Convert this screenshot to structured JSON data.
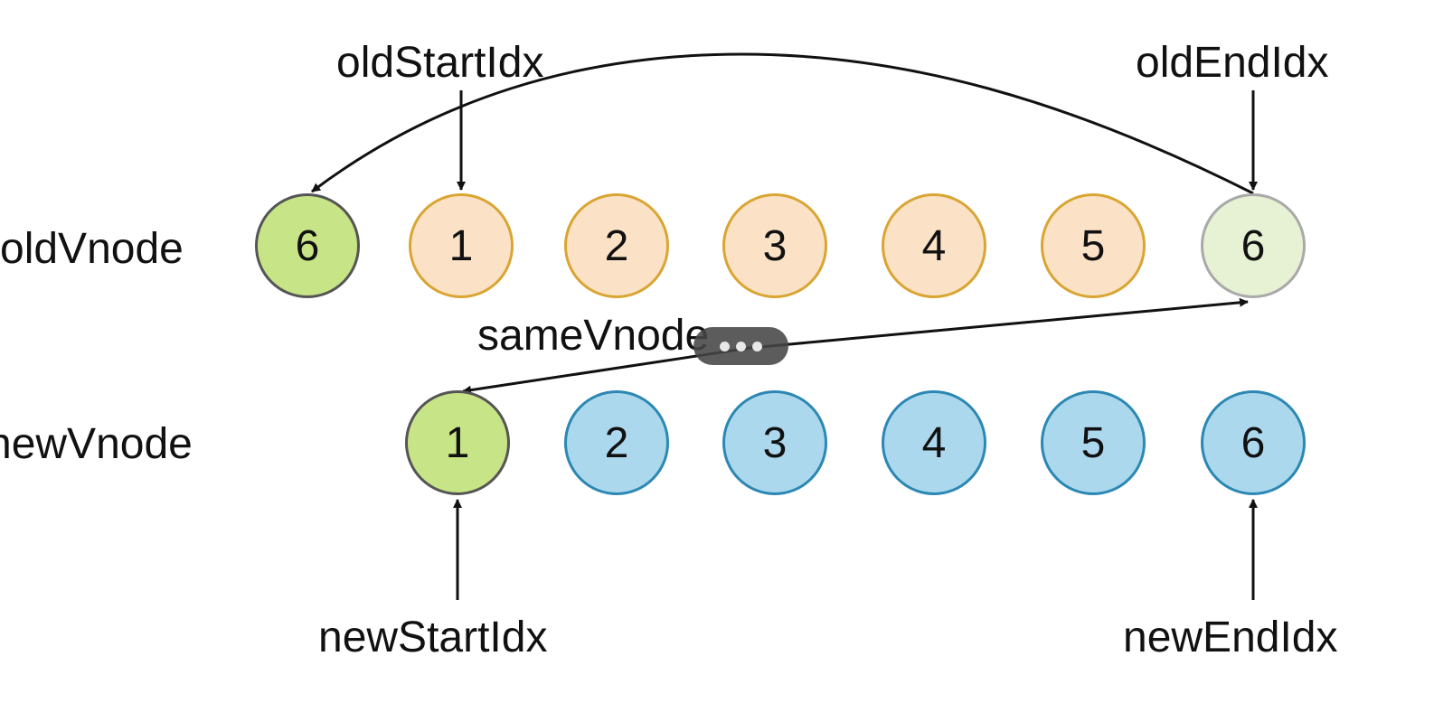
{
  "diagram": {
    "old_row_label": "oldVnode",
    "new_row_label": "newVnode",
    "pointers": {
      "old_start": "oldStartIdx",
      "old_end": "oldEndIdx",
      "new_start": "newStartIdx",
      "new_end": "newEndIdx"
    },
    "match_label": "sameVnode",
    "old_nodes": [
      "6",
      "1",
      "2",
      "3",
      "4",
      "5",
      "6"
    ],
    "new_nodes": [
      "1",
      "2",
      "3",
      "4",
      "5",
      "6"
    ],
    "colors": {
      "moved_fill": "#c7e587",
      "moved_border": "#555555",
      "old_fill": "#fbe2c7",
      "old_border": "#d9a533",
      "old_end_fill": "#e6f2d3",
      "old_end_border": "#a9a9a9",
      "new_fill": "#acd8ee",
      "new_border": "#2b88b3",
      "new_match_fill": "#c7e587",
      "new_match_border": "#555555",
      "arrow": "#111111"
    }
  },
  "toolbar": {
    "more_icon": "more-horizontal-icon"
  }
}
